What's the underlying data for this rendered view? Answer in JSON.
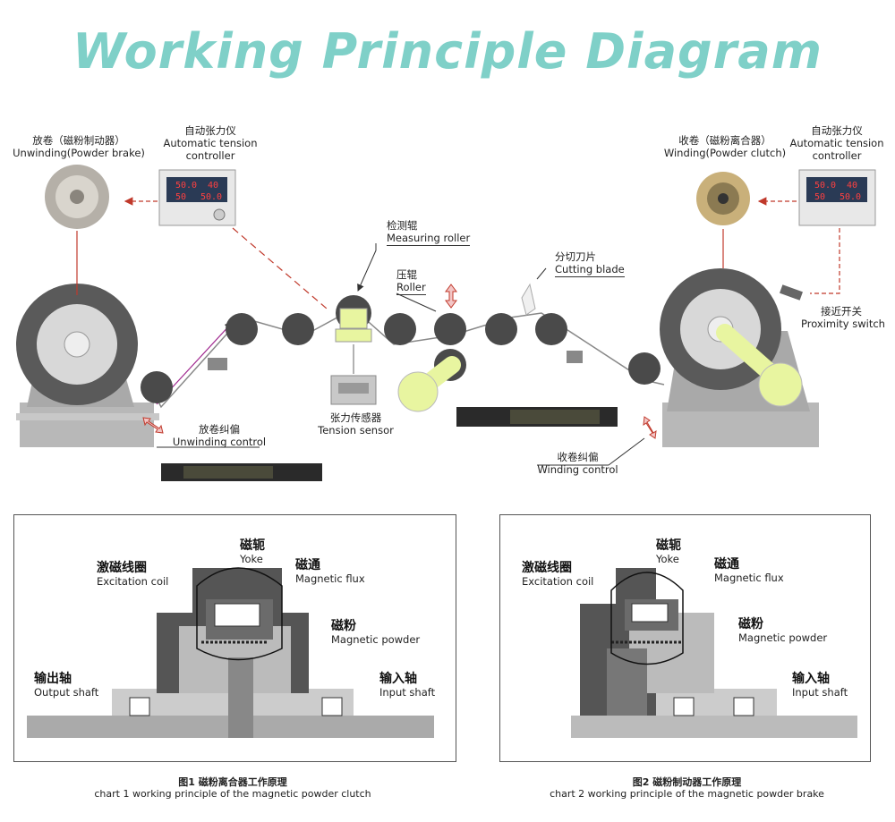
{
  "title": {
    "text": "Working Principle Diagram",
    "color": "#7fd0c8"
  },
  "labels": {
    "unwinding_brake": {
      "zh": "放卷（磁粉制动器）",
      "en": "Unwinding(Powder brake)"
    },
    "tension_ctrl_left": {
      "zh": "自动张力仪",
      "en1": "Automatic tension",
      "en2": "controller"
    },
    "winding_clutch": {
      "zh": "收卷（磁粉离合器）",
      "en": "Winding(Powder clutch)"
    },
    "tension_ctrl_right": {
      "zh": "自动张力仪",
      "en1": "Automatic tension",
      "en2": "controller"
    },
    "measuring_roller": {
      "zh": "检测辊",
      "en": "Measuring roller"
    },
    "roller": {
      "zh": "压辊",
      "en": "Roller"
    },
    "cutting_blade": {
      "zh": "分切刀片",
      "en": "Cutting blade"
    },
    "proximity_switch": {
      "zh": "接近开关",
      "en": "Proximity switch"
    },
    "tension_sensor": {
      "zh": "张力传感器",
      "en": "Tension sensor"
    },
    "unwinding_control": {
      "zh": "放卷纠偏",
      "en": "Unwinding control"
    },
    "winding_control": {
      "zh": "收卷纠偏",
      "en": "Winding control"
    }
  },
  "display": {
    "top_value": "50.0",
    "top_value_right": "40",
    "bottom_value": "50",
    "bottom_value_right": "50.0"
  },
  "chart1": {
    "yoke": {
      "zh": "磁轭",
      "en": "Yoke"
    },
    "coil": {
      "zh": "激磁线圈",
      "en": "Excitation coil"
    },
    "flux": {
      "zh": "磁通",
      "en": "Magnetic flux"
    },
    "powder": {
      "zh": "磁粉",
      "en": "Magnetic powder"
    },
    "output": {
      "zh": "输出轴",
      "en": "Output shaft"
    },
    "input": {
      "zh": "输入轴",
      "en": "Input shaft"
    },
    "caption_zh": "图1 磁粉离合器工作原理",
    "caption_en": "chart 1 working principle of the magnetic powder clutch"
  },
  "chart2": {
    "yoke": {
      "zh": "磁轭",
      "en": "Yoke"
    },
    "coil": {
      "zh": "激磁线圈",
      "en": "Excitation coil"
    },
    "flux": {
      "zh": "磁通",
      "en": "Magnetic flux"
    },
    "powder": {
      "zh": "磁粉",
      "en": "Magnetic powder"
    },
    "input": {
      "zh": "输入轴",
      "en": "Input shaft"
    },
    "caption_zh": "图2 磁粉制动器工作原理",
    "caption_en": "chart 2 working principle of the magnetic powder brake"
  },
  "colors": {
    "accent": "#7fd0c8",
    "roller": "#4a4a4a",
    "arm": "#e8f5a0",
    "dashed": "#c0392b",
    "machine": "#9a9a9a"
  }
}
